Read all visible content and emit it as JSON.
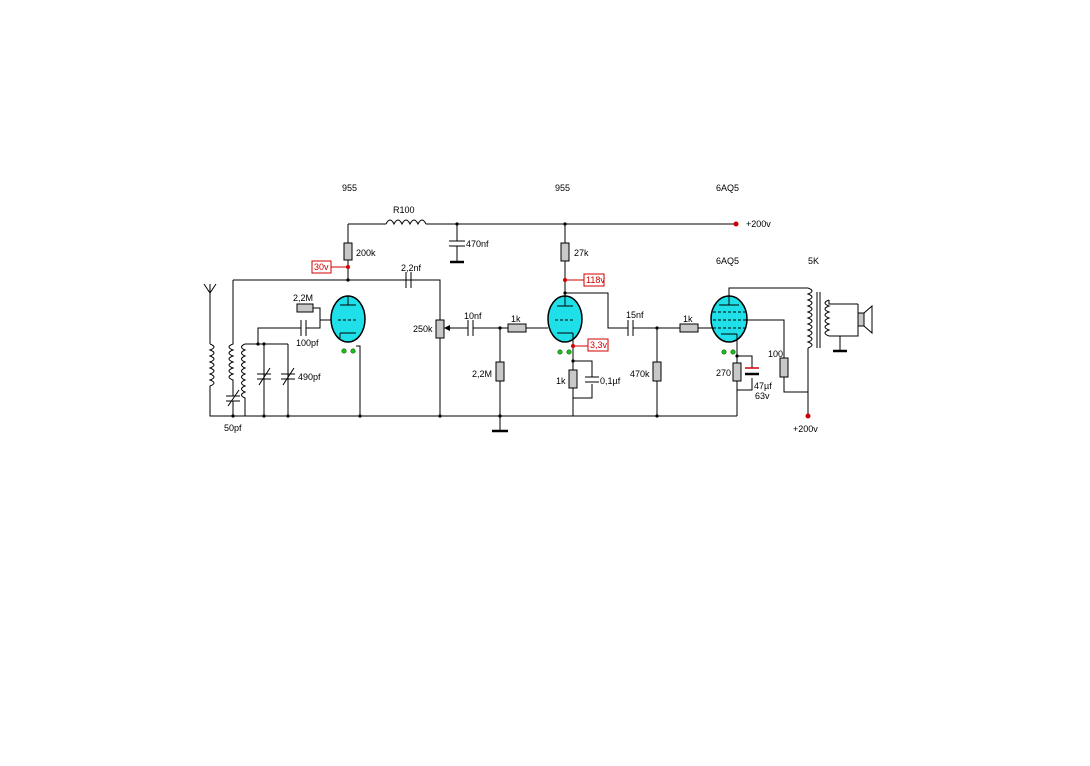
{
  "colors": {
    "tube": "#1fe0e8",
    "voltage_marker": "#d00000",
    "pin": "#22bb22",
    "resistor": "#c8c8c8"
  },
  "tubes": {
    "v1": "955",
    "v2": "955",
    "v3": "6AQ5",
    "v3_second": "6AQ5"
  },
  "labels": {
    "r100": "R100",
    "supply_top": "+200v",
    "supply_bottom": "+200v",
    "c470nf": "470nf",
    "r200k": "200k",
    "r27k": "27k",
    "v_30": "30v",
    "v_118": "118v",
    "v_3_3": "3,3v",
    "c2_2nf": "2,2nf",
    "r2_2m_top": "2,2M",
    "c100pf": "100pf",
    "c490pf": "490pf",
    "c50pf": "50pf",
    "pot250k": "250k",
    "c10nf": "10nf",
    "r1k_a": "1k",
    "r2_2m_bottom": "2,2M",
    "r1k_cathode": "1k",
    "c0_1uf": "0,1µf",
    "c15nf": "15nf",
    "r470k": "470k",
    "r1k_b": "1k",
    "r270": "270",
    "c47uf": "47µf",
    "c63v": "63v",
    "r100_screen": "100",
    "xfmr5k": "5K"
  }
}
